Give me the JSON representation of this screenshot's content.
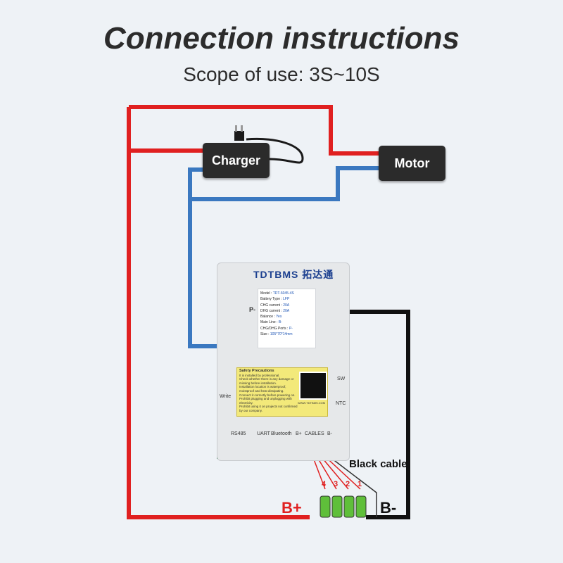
{
  "header": {
    "title": "Connection instructions",
    "subtitle": "Scope of use: 3S~10S"
  },
  "devices": {
    "charger": "Charger",
    "motor": "Motor"
  },
  "bms": {
    "brand": "TDTBMS",
    "brand_cn": "拓达通",
    "terminal_p": "P-",
    "terminal_b": "B-",
    "spec_lines": [
      {
        "k": "Model :",
        "v": "TDT-6045-4S"
      },
      {
        "k": "Battery Type :",
        "v": "LFP"
      },
      {
        "k": "CHG current :",
        "v": "20A"
      },
      {
        "k": "DHG current :",
        "v": "20A"
      },
      {
        "k": "Balance :",
        "v": "Yes"
      },
      {
        "k": "Main Line :",
        "v": "B-"
      },
      {
        "k": "CHG/DHG Ports :",
        "v": "P-"
      },
      {
        "k": "Size :",
        "v": "105*70*14mm"
      }
    ],
    "safety_title": "Safety Precautions",
    "safety_lines": [
      "It is installed by professional.",
      "Check whether there is any damage or missing before installation.",
      "Installation location is waterproof, moistproof and heat dissipating.",
      "Connect it correctly before powering on.",
      "Prohibit plugging and unplugging with electricity.",
      "Prohibit using it on projects not confirmed by our company."
    ],
    "website": "WWW.TDTBMS.COM",
    "side_labels": {
      "write": "Write",
      "sw": "SW",
      "ntc": "NTC"
    },
    "ports": [
      "RS485",
      "UART",
      "Bluetooth",
      "B+",
      "CABLES",
      "B-"
    ]
  },
  "labels": {
    "black_cable": "Black cable",
    "b_plus": "B+",
    "b_minus": "B-",
    "cell_numbers": [
      "4",
      "3",
      "2",
      "1"
    ]
  },
  "colors": {
    "positive_wire": "#e02020",
    "negative_wire": "#3a78c0",
    "black_wire": "#111111",
    "cell": "#5fbf3a"
  }
}
